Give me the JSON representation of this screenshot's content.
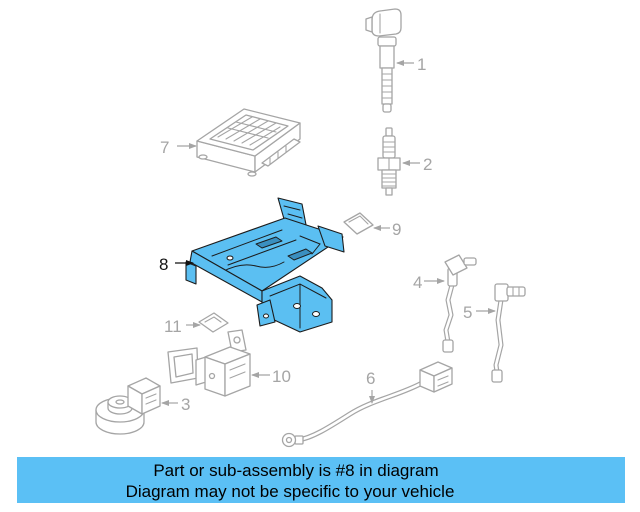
{
  "callouts": {
    "part_1": "1",
    "part_2": "2",
    "part_3": "3",
    "part_4": "4",
    "part_5": "5",
    "part_6": "6",
    "part_7": "7",
    "part_8": "8",
    "part_9": "9",
    "part_10": "10",
    "part_11": "11"
  },
  "banner": {
    "line1": "Part or sub-assembly is #8 in diagram",
    "line2": "Diagram may not be specific to your vehicle"
  },
  "colors": {
    "highlight_part": "#5bbff2",
    "banner_background": "#5bc0f5",
    "line_art": "#a5a5a5",
    "highlight_callout": "#111111"
  }
}
